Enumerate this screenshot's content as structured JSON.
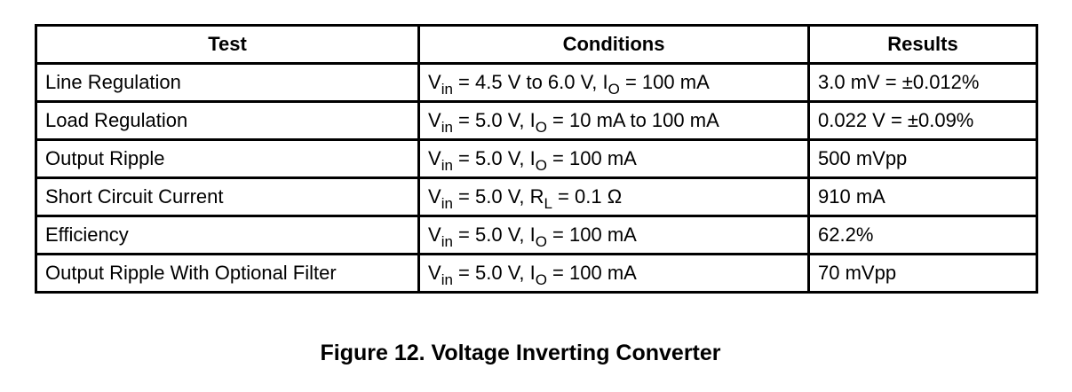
{
  "table": {
    "headers": [
      "Test",
      "Conditions",
      "Results"
    ],
    "rows": [
      {
        "test": "Line Regulation",
        "conditions": [
          {
            "t": "V"
          },
          {
            "t": "in",
            "sub": true
          },
          {
            "t": " = 4.5 V to 6.0 V, I"
          },
          {
            "t": "O",
            "sub": true
          },
          {
            "t": " = 100 mA"
          }
        ],
        "result": "3.0 mV = ±0.012%"
      },
      {
        "test": "Load Regulation",
        "conditions": [
          {
            "t": "V"
          },
          {
            "t": "in",
            "sub": true
          },
          {
            "t": " = 5.0 V, I"
          },
          {
            "t": "O",
            "sub": true
          },
          {
            "t": " = 10 mA to 100 mA"
          }
        ],
        "result": "0.022 V = ±0.09%"
      },
      {
        "test": "Output Ripple",
        "conditions": [
          {
            "t": "V"
          },
          {
            "t": "in",
            "sub": true
          },
          {
            "t": " = 5.0 V, I"
          },
          {
            "t": "O",
            "sub": true
          },
          {
            "t": " = 100 mA"
          }
        ],
        "result": "500 mVpp"
      },
      {
        "test": "Short Circuit Current",
        "conditions": [
          {
            "t": "V"
          },
          {
            "t": "in",
            "sub": true
          },
          {
            "t": " = 5.0 V, R"
          },
          {
            "t": "L",
            "sub": true
          },
          {
            "t": " = 0.1 Ω"
          }
        ],
        "result": "910 mA"
      },
      {
        "test": "Efficiency",
        "conditions": [
          {
            "t": "V"
          },
          {
            "t": "in",
            "sub": true
          },
          {
            "t": " = 5.0 V, I"
          },
          {
            "t": "O",
            "sub": true
          },
          {
            "t": " = 100 mA"
          }
        ],
        "result": "62.2%"
      },
      {
        "test": "Output Ripple With Optional Filter",
        "conditions": [
          {
            "t": "V"
          },
          {
            "t": "in",
            "sub": true
          },
          {
            "t": " = 5.0 V, I"
          },
          {
            "t": "O",
            "sub": true
          },
          {
            "t": " = 100 mA"
          }
        ],
        "result": "70 mVpp"
      }
    ]
  },
  "caption": "Figure 12. Voltage Inverting Converter"
}
